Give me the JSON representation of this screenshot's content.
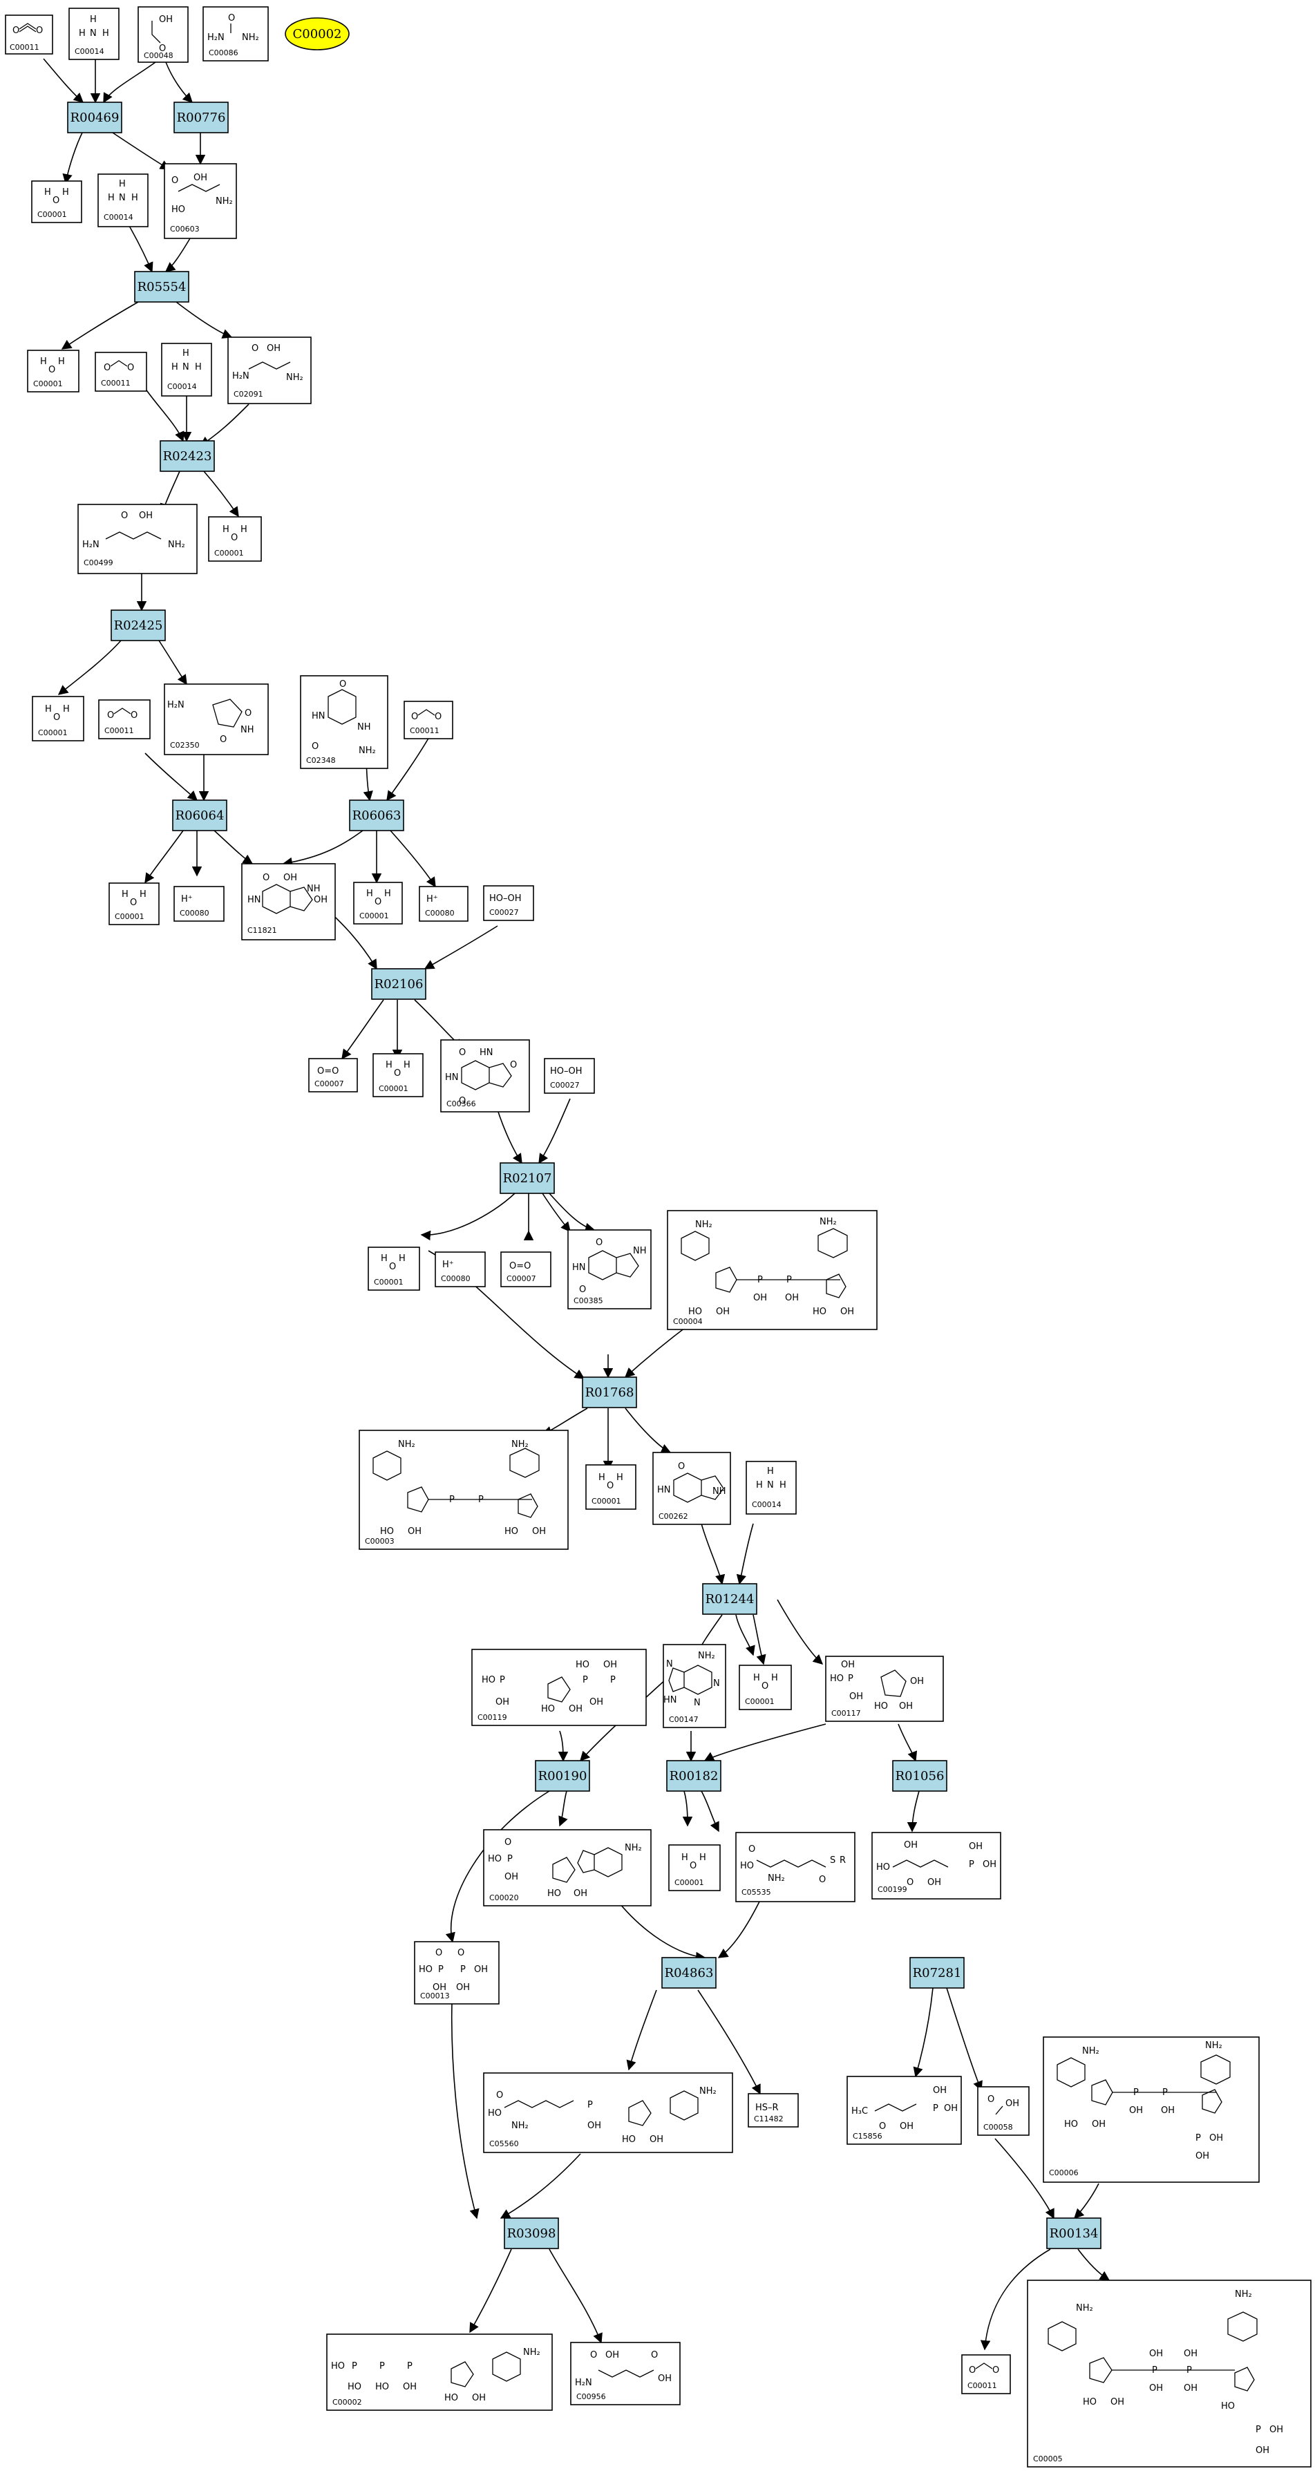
{
  "target": {
    "label": "C00002",
    "color": "#ffff00"
  },
  "colors": {
    "reaction_fill": "#add8e6",
    "compound_fill": "#ffffff",
    "edge": "#000000"
  },
  "reactions": {
    "R00469": "R00469",
    "R00776": "R00776",
    "R05554": "R05554",
    "R02423": "R02423",
    "R02425": "R02425",
    "R06064": "R06064",
    "R06063": "R06063",
    "R02106": "R02106",
    "R02107": "R02107",
    "R01768": "R01768",
    "R01244": "R01244",
    "R00190": "R00190",
    "R00182": "R00182",
    "R01056": "R01056",
    "R04863": "R04863",
    "R07281": "R07281",
    "R03098": "R03098",
    "R00134": "R00134"
  },
  "compounds": {
    "c1": "C00011",
    "c2": "C00014",
    "c3": "C00048",
    "c4": "C00086",
    "c5": "C00001",
    "c6": "C00014",
    "c7": "C00603",
    "c8": "C00001",
    "c9": "C00011",
    "c10": "C00014",
    "c11": "C02091",
    "c12": "C00499",
    "c13": "C00001",
    "c14": "C00001",
    "c15": "C00011",
    "c16": "C02350",
    "c17": "C02348",
    "c18": "C00011",
    "c19": "C00001",
    "c20": "C00080",
    "c21": "C11821",
    "c22": "C00001",
    "c23": "C00080",
    "c24": "C00027",
    "c25": "C00007",
    "c26": "C00001",
    "c27": "C00366",
    "c28": "C00027",
    "c29": "C00001",
    "c30": "C00080",
    "c31": "C00007",
    "c32": "C00385",
    "c33": "C00004",
    "c34": "C00003",
    "c35": "C00001",
    "c36": "C00262",
    "c37": "C00014",
    "c38": "C00119",
    "c39": "C00147",
    "c40": "C00001",
    "c41": "C00117",
    "c42": "C00020",
    "c43": "C00001",
    "c44": "C05535",
    "c45": "C00199",
    "c46": "C00013",
    "c47": "C05560",
    "c48": "C11482",
    "c49": "C15856",
    "c50": "C00058",
    "c51": "C00006",
    "c52": "C00002",
    "c53": "C00956",
    "c54": "C00011",
    "c55": "C00005"
  },
  "mol_text": {
    "nh2": "NH₂",
    "h2n": "H₂N",
    "oh": "OH",
    "ho": "HO",
    "nh": "NH",
    "hn": "HN",
    "n": "N",
    "o": "O",
    "p": "P",
    "h": "H",
    "hplus": "H⁺",
    "hooh": "HO–OH",
    "oo": "O=O",
    "hsr": "HS–R",
    "h3c": "H₃C",
    "s": "S",
    "r": "R"
  }
}
